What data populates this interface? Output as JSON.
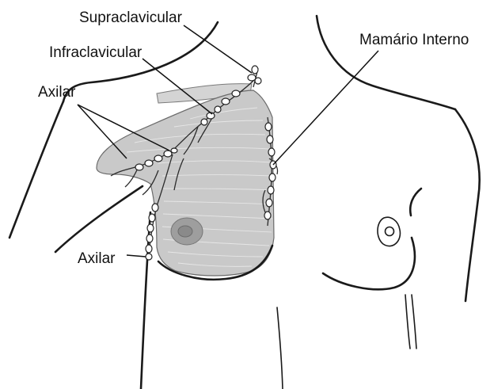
{
  "labels": {
    "supraclavicular": "Supraclavicular",
    "infraclavicular": "Infraclavicular",
    "axilar_upper": "Axilar",
    "axilar_lower": "Axilar",
    "mamario_interno": "Mamário Interno"
  },
  "colors": {
    "tissue": "#c9c9c9",
    "lines": "#1a1a1a",
    "background": "#ffffff"
  }
}
